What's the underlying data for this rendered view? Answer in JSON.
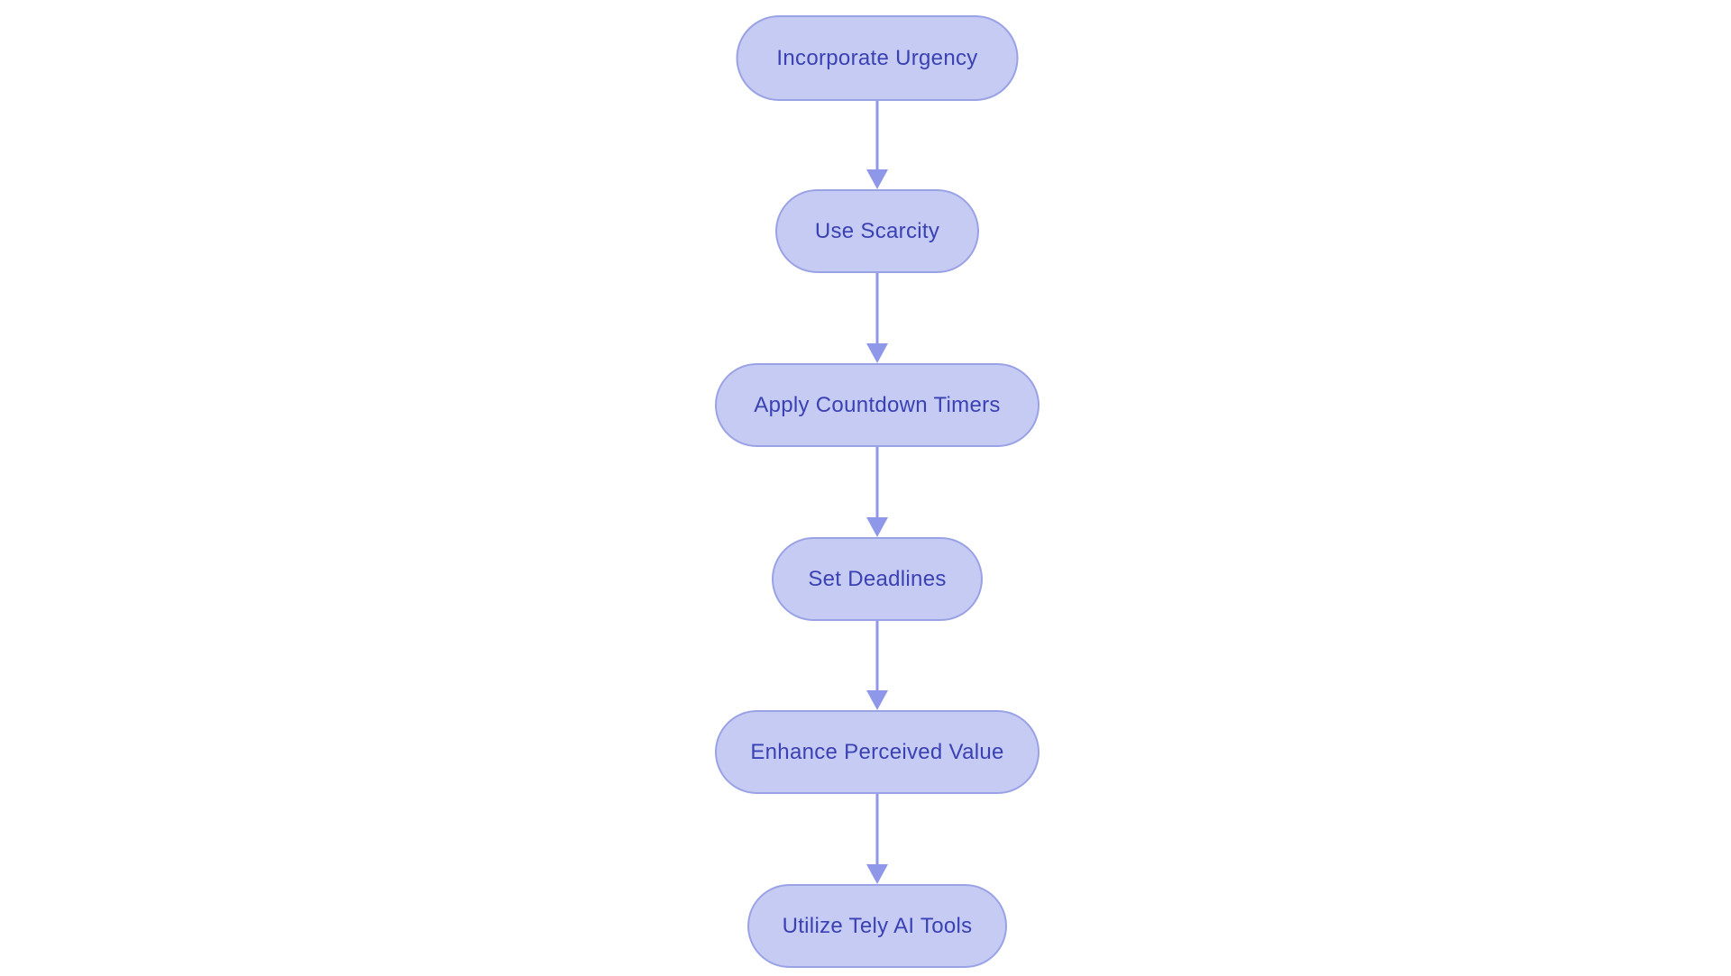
{
  "diagram": {
    "type": "flowchart",
    "direction": "top-down",
    "nodes": [
      {
        "id": "n1",
        "label": "Incorporate Urgency"
      },
      {
        "id": "n2",
        "label": "Use Scarcity"
      },
      {
        "id": "n3",
        "label": "Apply Countdown Timers"
      },
      {
        "id": "n4",
        "label": "Set Deadlines"
      },
      {
        "id": "n5",
        "label": "Enhance Perceived Value"
      },
      {
        "id": "n6",
        "label": "Utilize Tely AI Tools"
      }
    ],
    "edges": [
      {
        "from": "n1",
        "to": "n2"
      },
      {
        "from": "n2",
        "to": "n3"
      },
      {
        "from": "n3",
        "to": "n4"
      },
      {
        "from": "n4",
        "to": "n5"
      },
      {
        "from": "n5",
        "to": "n6"
      }
    ],
    "colors": {
      "background": "#ffffff",
      "node_fill": "#c6cbf4",
      "node_border": "#9aa2e6",
      "node_text": "#3a41b3",
      "arrow": "#8f98e8"
    }
  }
}
